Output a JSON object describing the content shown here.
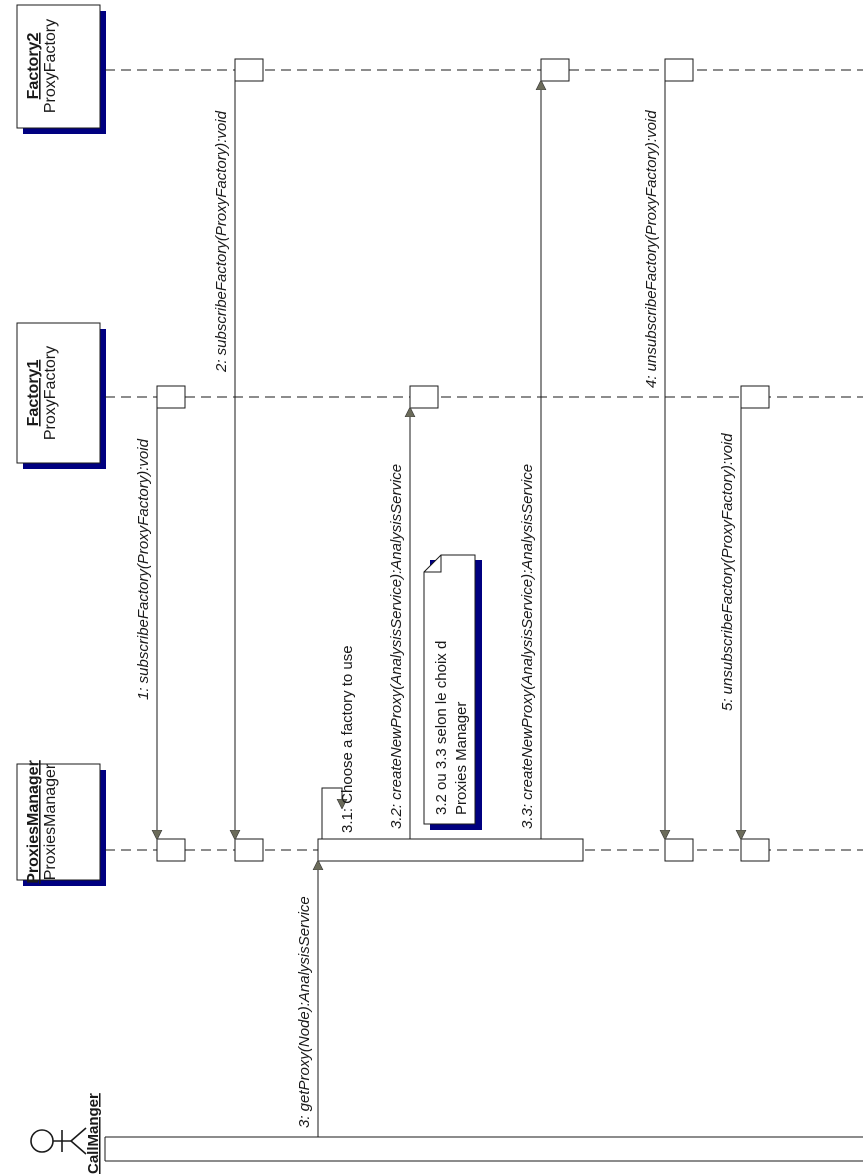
{
  "diagram": {
    "type": "uml-sequence-diagram",
    "orientation": "rotated -90deg",
    "actor": {
      "name": "CallManger",
      "icon": "actor-stick-figure-icon"
    },
    "lifelines": [
      {
        "id": "proxies-manager",
        "name": "ProxiesManager",
        "class": "ProxiesManager"
      },
      {
        "id": "factory1",
        "name": "Factory1",
        "class": "ProxyFactory"
      },
      {
        "id": "factory2",
        "name": "Factory2",
        "class": "ProxyFactory"
      }
    ],
    "messages": [
      {
        "label": "1: subscribeFactory(ProxyFactory):void",
        "from": "factory1",
        "to": "proxies-manager"
      },
      {
        "label": "2: subscribeFactory(ProxyFactory):void",
        "from": "factory2",
        "to": "proxies-manager"
      },
      {
        "label": "3: getProxy(Node):AnalysisService",
        "from": "CallManger",
        "to": "proxies-manager"
      },
      {
        "label": "3.1: Choose a factory to use",
        "from": "proxies-manager",
        "to": "proxies-manager"
      },
      {
        "label": "3.2: createNewProxy(AnalysisService):AnalysisService",
        "from": "proxies-manager",
        "to": "factory1"
      },
      {
        "label": "3.3: createNewProxy(AnalysisService):AnalysisService",
        "from": "proxies-manager",
        "to": "factory2"
      },
      {
        "label": "4: unsubscribeFactory(ProxyFactory):void",
        "from": "factory2",
        "to": "proxies-manager"
      },
      {
        "label": "5: unsubscribeFactory(ProxyFactory):void",
        "from": "factory1",
        "to": "proxies-manager"
      }
    ],
    "note": {
      "line1": "3.2 ou 3.3 selon le choix d",
      "line2": "Proxies Manager"
    }
  }
}
